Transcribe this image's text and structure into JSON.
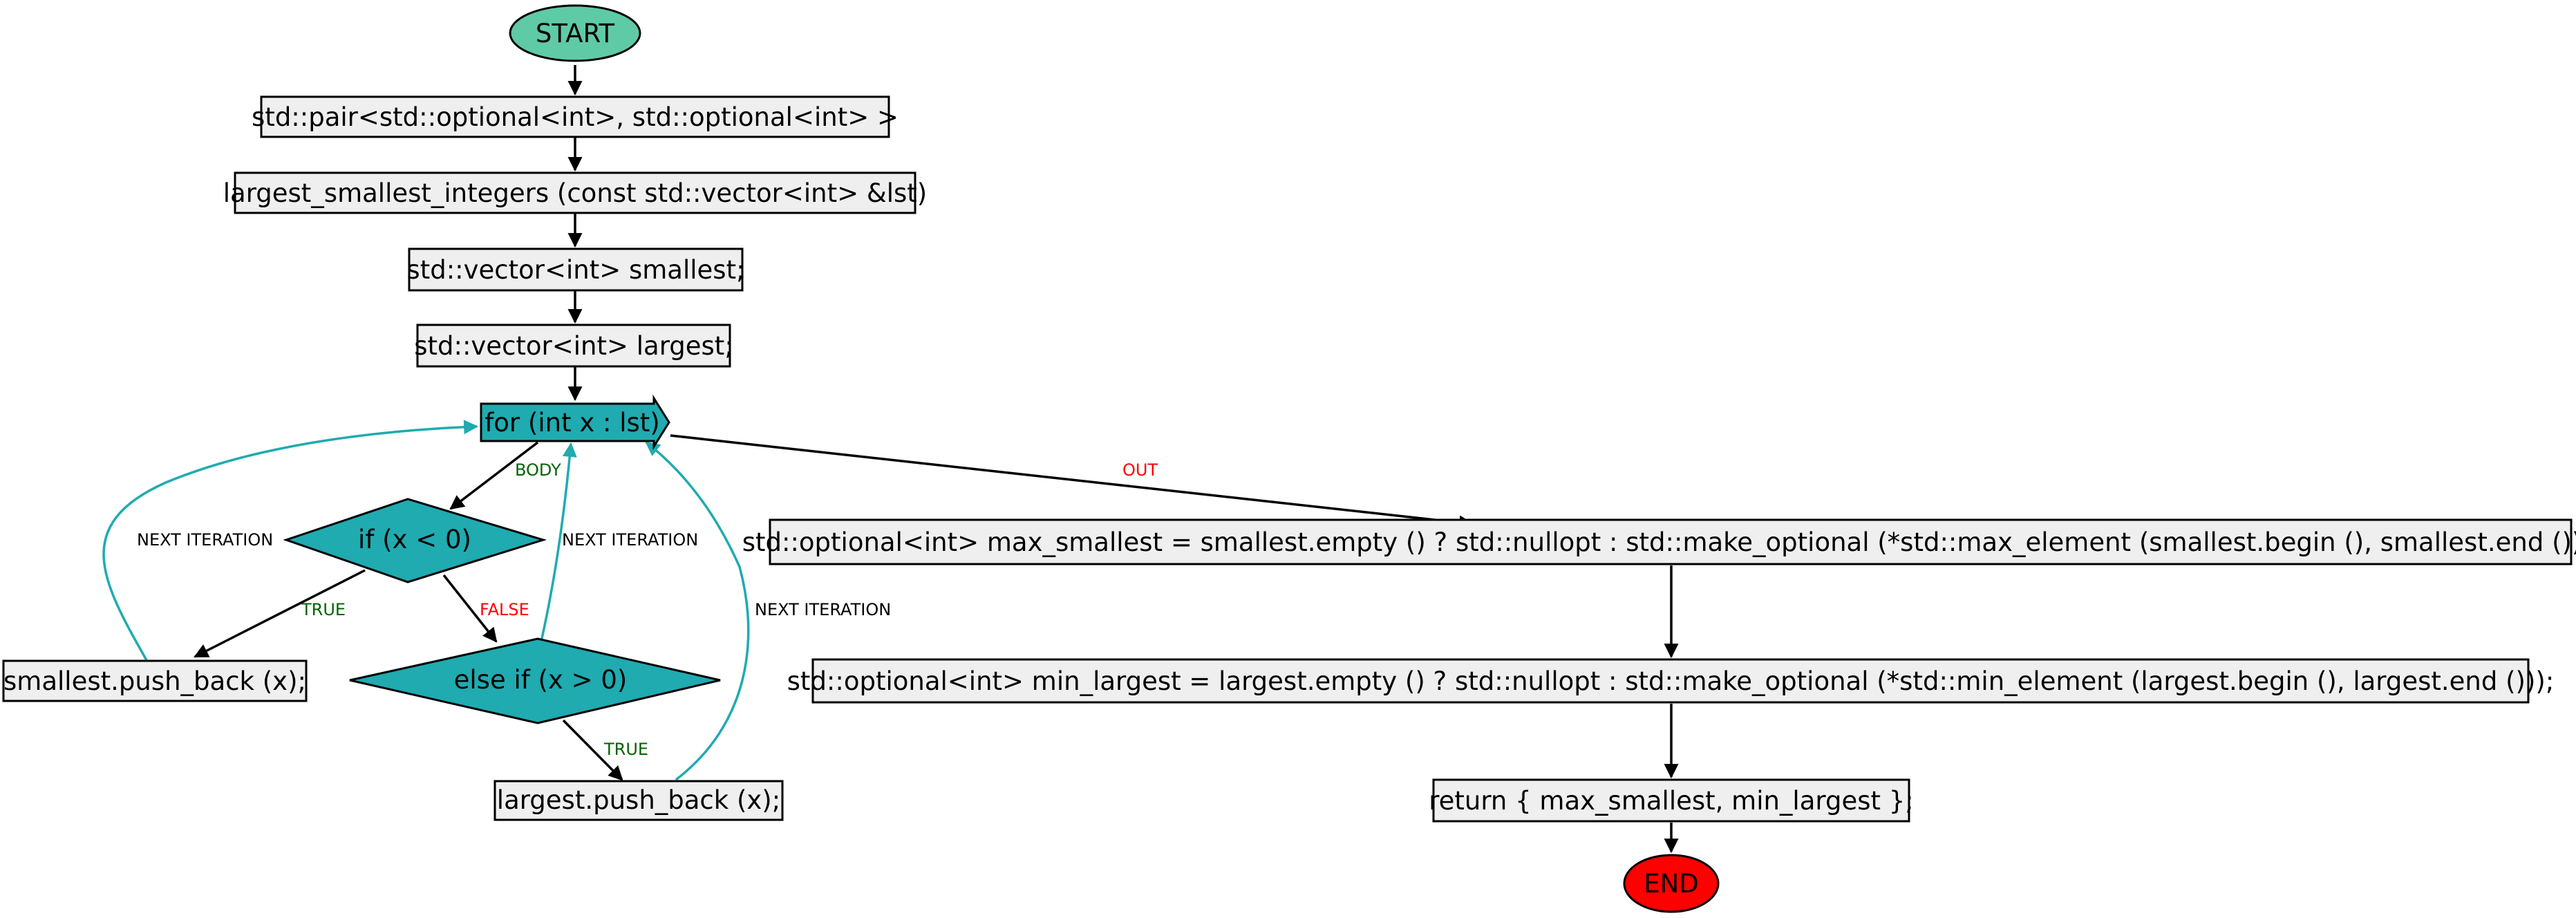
{
  "colors": {
    "start": "#5fcaa6",
    "end": "#ff0000",
    "box_fill": "#efefef",
    "decision": "#1fabb0",
    "loop_edge": "#1fabb0",
    "edge": "#000000",
    "label_true": "#006400",
    "label_false": "#ff0000",
    "label_neutral": "#000000"
  },
  "nodes": {
    "start": "START",
    "signature_return": "std::pair<std::optional<int>, std::optional<int> >",
    "signature_name": "largest_smallest_integers (const std::vector<int> &lst)",
    "decl_smallest": "std::vector<int> smallest;",
    "decl_largest": "std::vector<int> largest;",
    "loop": "for (int x : lst)",
    "cond_neg": "if (x < 0)",
    "push_smallest": "smallest.push_back (x);",
    "cond_pos": "else if (x > 0)",
    "push_largest": "largest.push_back (x);",
    "max_smallest": "std::optional<int> max_smallest = smallest.empty () ? std::nullopt : std::make_optional (*std::max_element (smallest.begin (), smallest.end ()));",
    "min_largest": "std::optional<int> min_largest = largest.empty () ? std::nullopt : std::make_optional (*std::min_element (largest.begin (), largest.end ()));",
    "return": "return { max_smallest, min_largest };",
    "end": "END"
  },
  "edge_labels": {
    "body": "BODY",
    "out": "OUT",
    "true_neg": "TRUE",
    "false_neg": "FALSE",
    "true_pos": "TRUE",
    "next_iter_left": "NEXT ITERATION",
    "next_iter_mid": "NEXT ITERATION",
    "next_iter_right": "NEXT ITERATION"
  }
}
